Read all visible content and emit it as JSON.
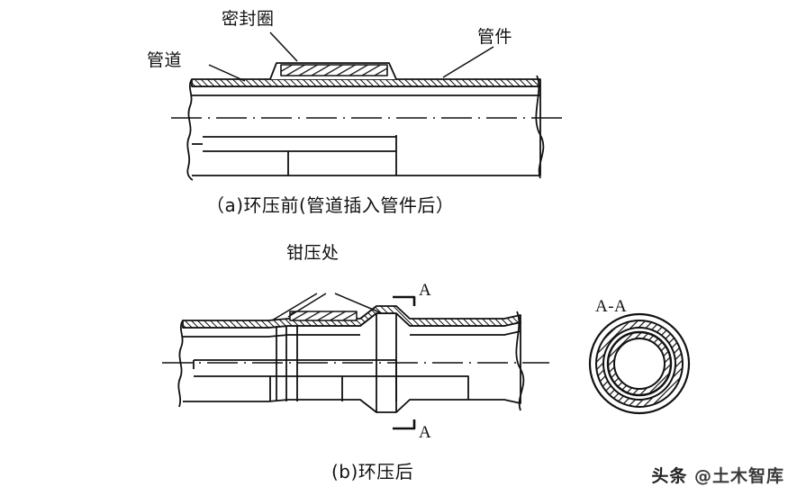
{
  "figure": {
    "title_a": "（a)环压前(管道插入管件后）",
    "title_b": "(b)环压后",
    "labels": {
      "seal_ring": "密封圈",
      "fitting": "管件",
      "pipe": "管道",
      "crimp_point": "钳压处",
      "section_mark_top": "A",
      "section_mark_bottom": "A",
      "section_view": "A-A"
    }
  },
  "watermark": {
    "prefix": "头条",
    "at": " @",
    "name": "土木智库"
  },
  "colors": {
    "line": "#111111",
    "hatch": "#1a1a1a",
    "background": "#ffffff",
    "fill_light": "#f2f2f0"
  }
}
